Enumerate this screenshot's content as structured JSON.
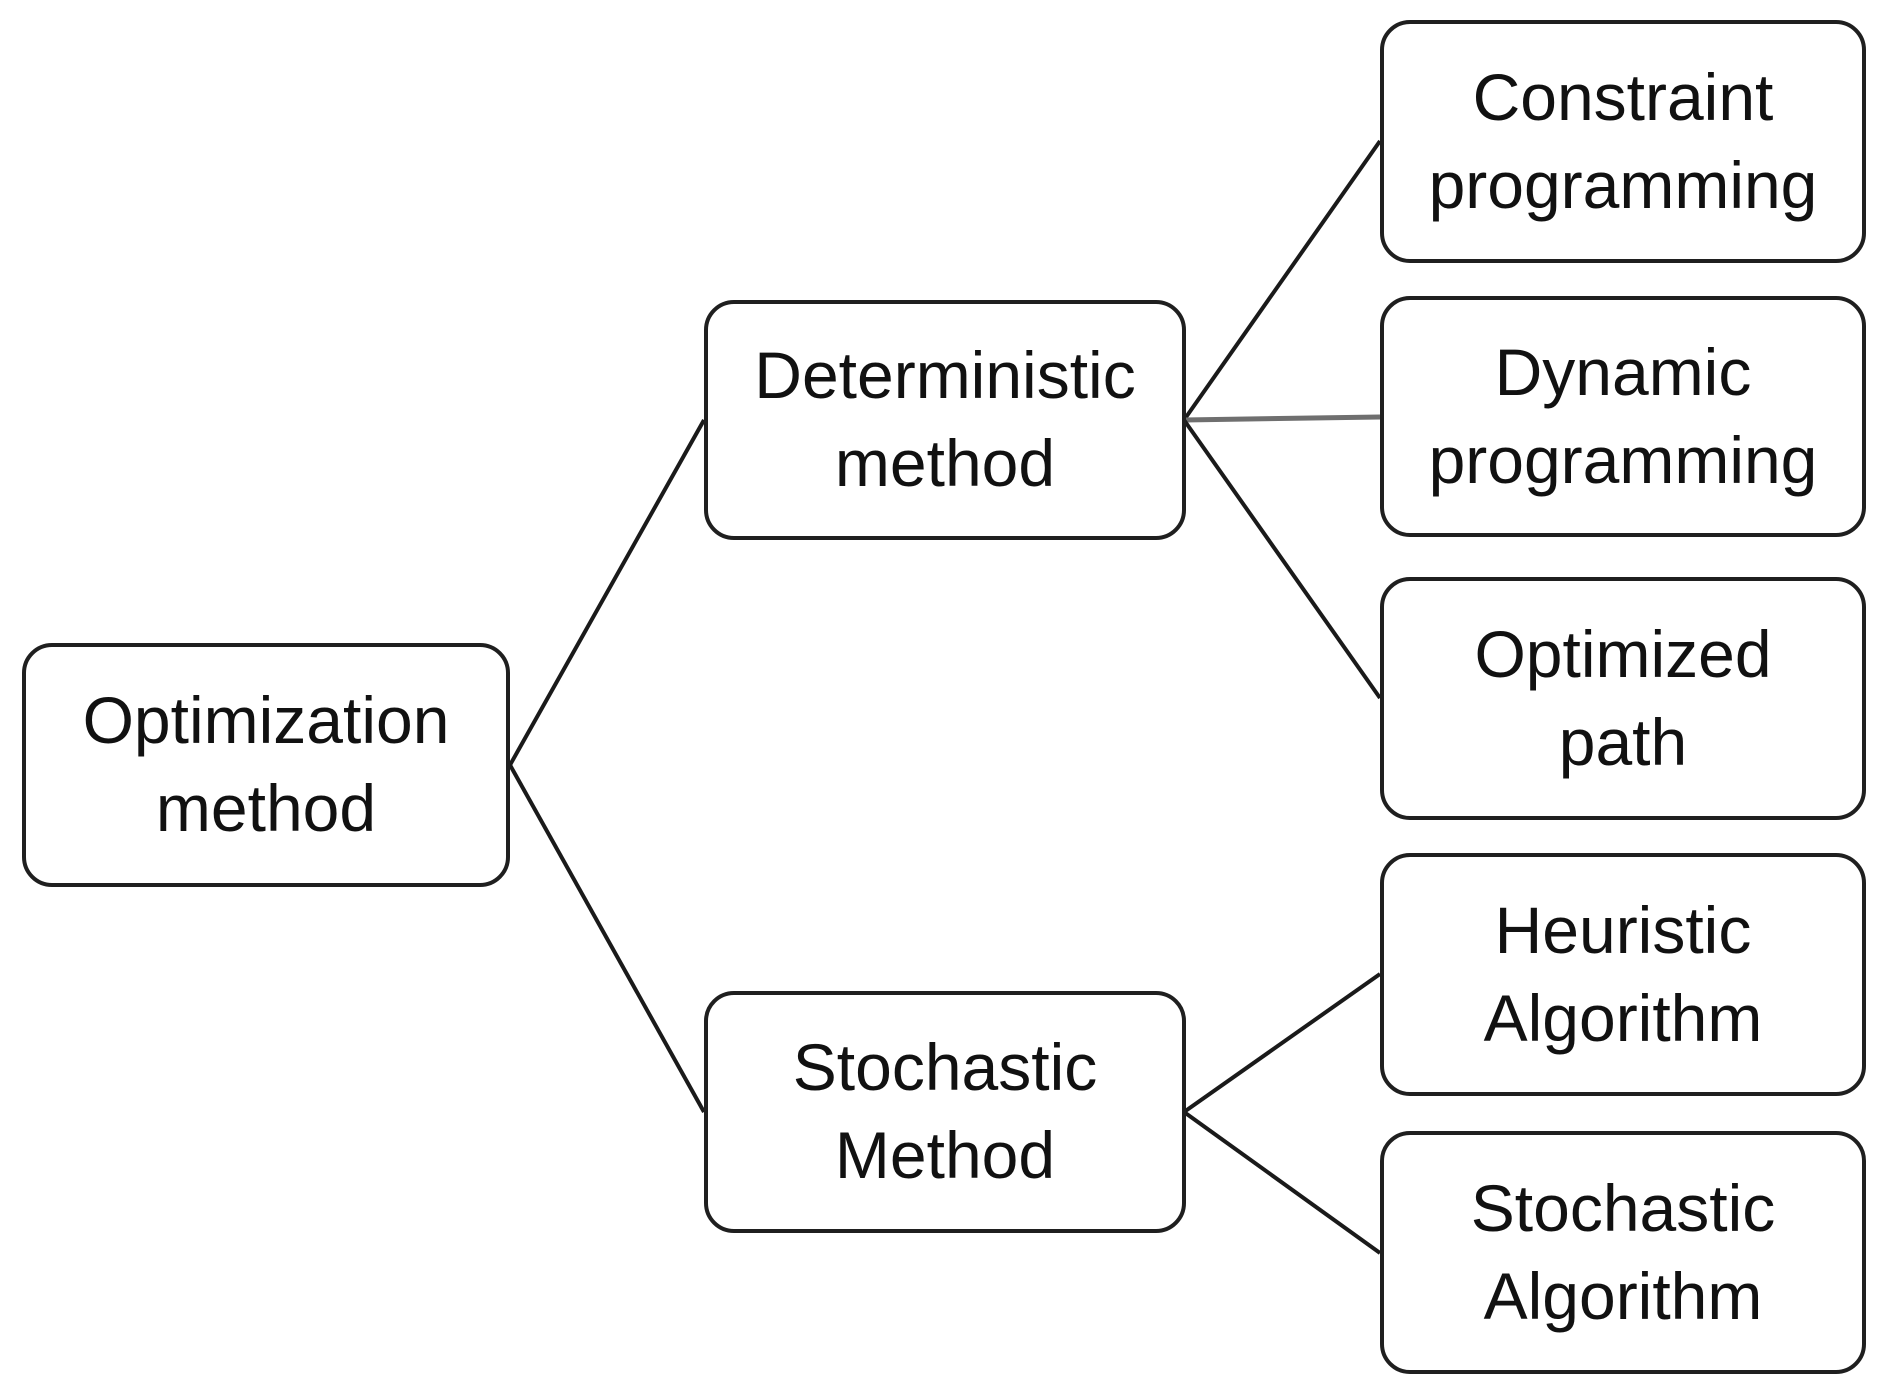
{
  "diagram": {
    "type": "tree",
    "orientation": "left-to-right",
    "description": "Classification of optimization methods"
  },
  "nodes": {
    "root": {
      "label": "Optimization\nmethod"
    },
    "deterministic": {
      "label": "Deterministic\nmethod"
    },
    "stochastic": {
      "label": "Stochastic\nMethod"
    },
    "constraint": {
      "label": "Constraint\nprogramming"
    },
    "dynamic": {
      "label": "Dynamic\nprogramming"
    },
    "optimized": {
      "label": "Optimized\npath"
    },
    "heuristic": {
      "label": "Heuristic\nAlgorithm"
    },
    "stochastic_algorithm": {
      "label": "Stochastic\nAlgorithm"
    }
  },
  "edges": [
    {
      "from": "root",
      "to": "deterministic"
    },
    {
      "from": "root",
      "to": "stochastic"
    },
    {
      "from": "deterministic",
      "to": "constraint"
    },
    {
      "from": "deterministic",
      "to": "dynamic"
    },
    {
      "from": "deterministic",
      "to": "optimized"
    },
    {
      "from": "stochastic",
      "to": "heuristic"
    },
    {
      "from": "stochastic",
      "to": "stochastic_algorithm"
    }
  ],
  "colors": {
    "background": "#ffffff",
    "node_fill": "#ffffff",
    "node_border": "#1f1f1f",
    "text": "#111111",
    "connector_black": "#1a1a1a",
    "connector_gray": "#6f6f6f"
  }
}
